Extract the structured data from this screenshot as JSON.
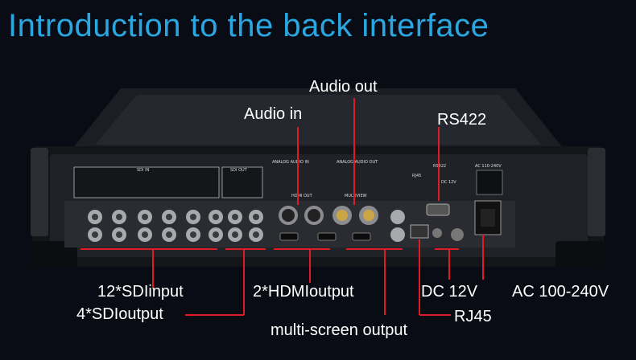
{
  "title": "Introduction to the back interface",
  "device_text": {
    "sdi_in": "SDI IN",
    "sdi_out": "SDI OUT",
    "analog_audio_in": "ANALOG AUDIO IN",
    "analog_audio_out": "ANALOG AUDIO OUT",
    "hdmi_out": "HDMI OUT",
    "multiview": "MULTIVIEW",
    "rs422": "RS422",
    "rj45": "RJ45",
    "dc12v": "DC 12V",
    "ac": "AC 110-240V"
  },
  "callouts": {
    "audio_in": "Audio in",
    "audio_out": "Audio out",
    "rs422": "RS422",
    "sdi_input": "12*SDIinput",
    "sdi_output": "4*SDIoutput",
    "hdmi_output": "2*HDMIoutput",
    "multiscreen": "multi-screen output",
    "dc": "DC 12V",
    "ac": "AC 100-240V",
    "rj45": "RJ45"
  },
  "colors": {
    "title": "#2aa6e0",
    "callout_line": "#e01b24",
    "label": "#ffffff"
  }
}
